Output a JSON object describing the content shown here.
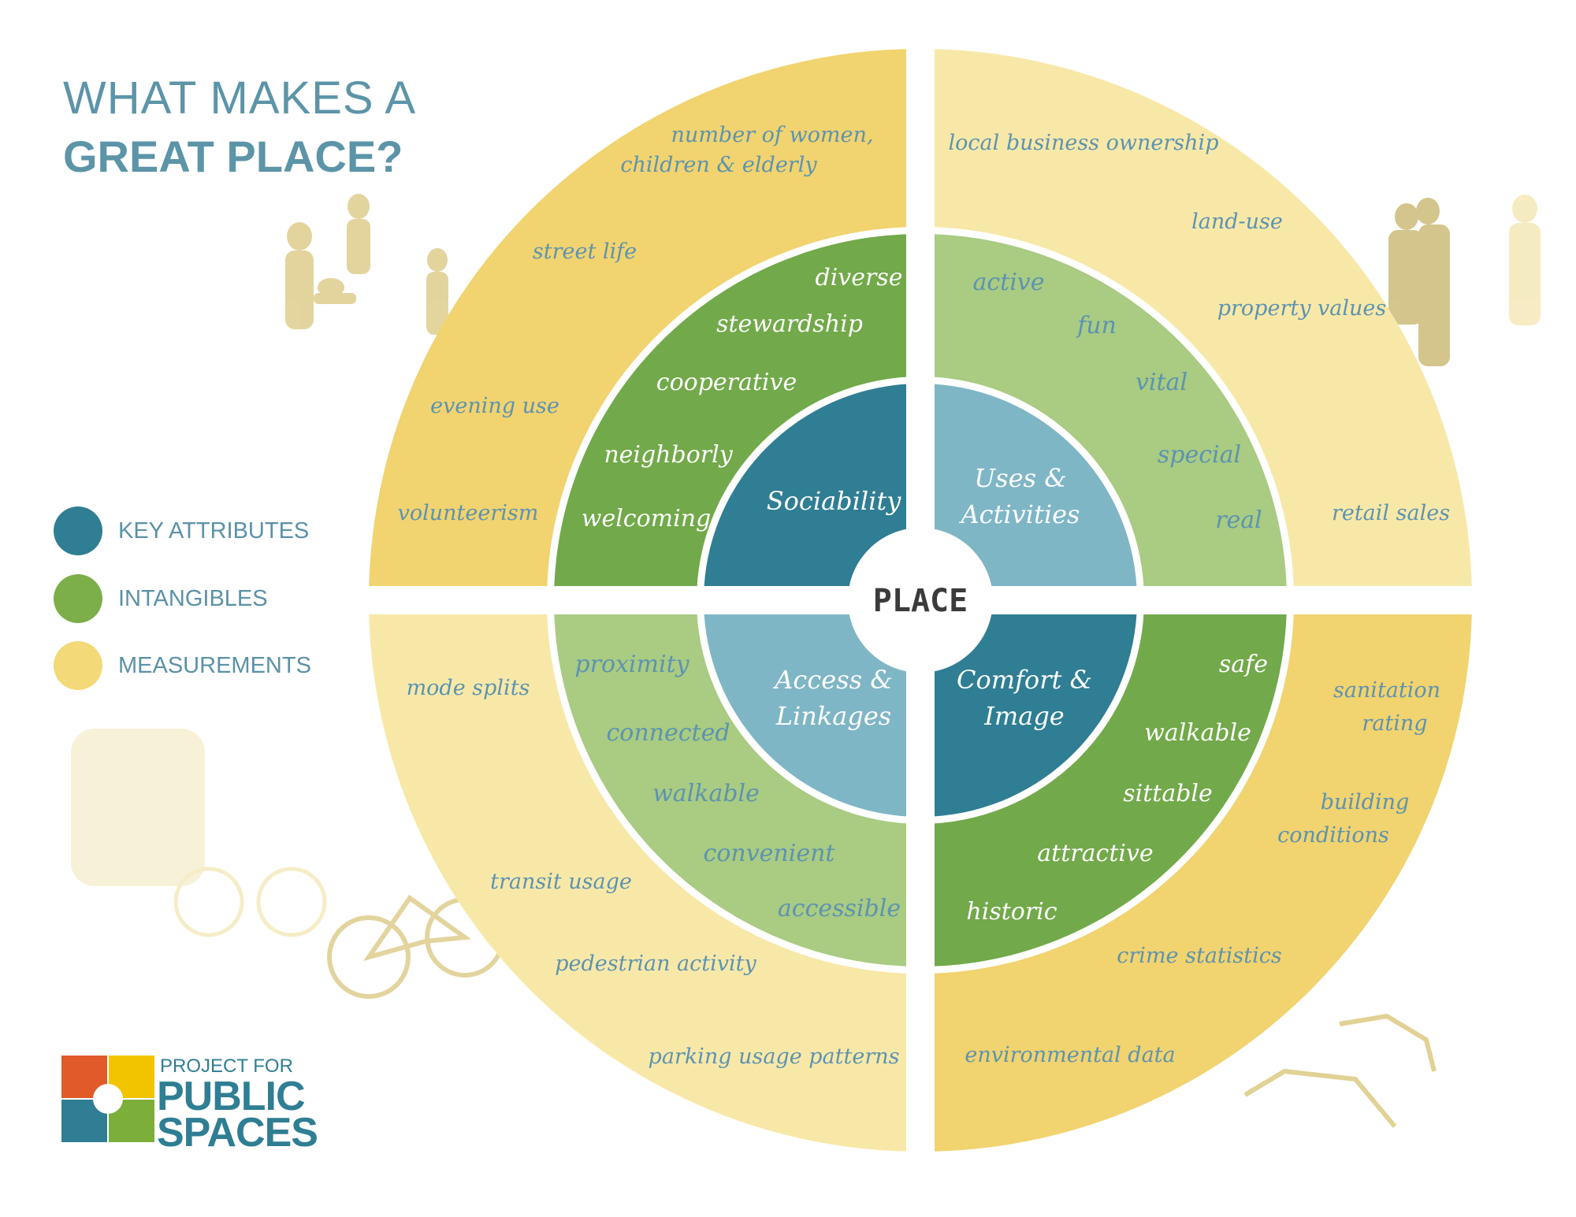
{
  "title": {
    "line1": "WHAT MAKES A",
    "line2": "GREAT PLACE?"
  },
  "legend": [
    {
      "label": "KEY ATTRIBUTES",
      "color": "#2f7e93"
    },
    {
      "label": "INTANGIBLES",
      "color": "#7cae4a"
    },
    {
      "label": "MEASUREMENTS",
      "color": "#f3d977"
    }
  ],
  "center": {
    "label": "PLACE"
  },
  "quadrants": {
    "sociability": {
      "attribute": "Sociability",
      "intangibles": [
        "diverse",
        "stewardship",
        "cooperative",
        "neighborly",
        "welcoming"
      ],
      "measurements": [
        "number of women,",
        "children & elderly",
        "street life",
        "evening use",
        "volunteerism"
      ]
    },
    "uses": {
      "attribute": [
        "Uses &",
        "Activities"
      ],
      "intangibles": [
        "active",
        "fun",
        "vital",
        "special",
        "real"
      ],
      "measurements": [
        "local business ownership",
        "land-use",
        "property values",
        "retail sales"
      ]
    },
    "access": {
      "attribute": [
        "Access &",
        "Linkages"
      ],
      "intangibles": [
        "proximity",
        "connected",
        "walkable",
        "convenient",
        "accessible"
      ],
      "measurements": [
        "mode splits",
        "transit usage",
        "pedestrian activity",
        "parking usage patterns"
      ]
    },
    "comfort": {
      "attribute": [
        "Comfort &",
        "Image"
      ],
      "intangibles": [
        "safe",
        "walkable",
        "sittable",
        "attractive",
        "historic"
      ],
      "measurements": [
        "sanitation",
        "rating",
        "building",
        "conditions",
        "crime statistics",
        "environmental data"
      ]
    }
  },
  "colors": {
    "measure_dark": "#f1d36f",
    "measure_light": "#f8e8a8",
    "intangible_dark": "#72a94a",
    "intangible_light": "#a9cb82",
    "attribute_dark": "#2f7e93",
    "attribute_light": "#7fb6c6",
    "text": "#5d93b0"
  },
  "logo": {
    "line1": "PROJECT FOR",
    "line2": "PUBLIC",
    "line3": "SPACES"
  }
}
